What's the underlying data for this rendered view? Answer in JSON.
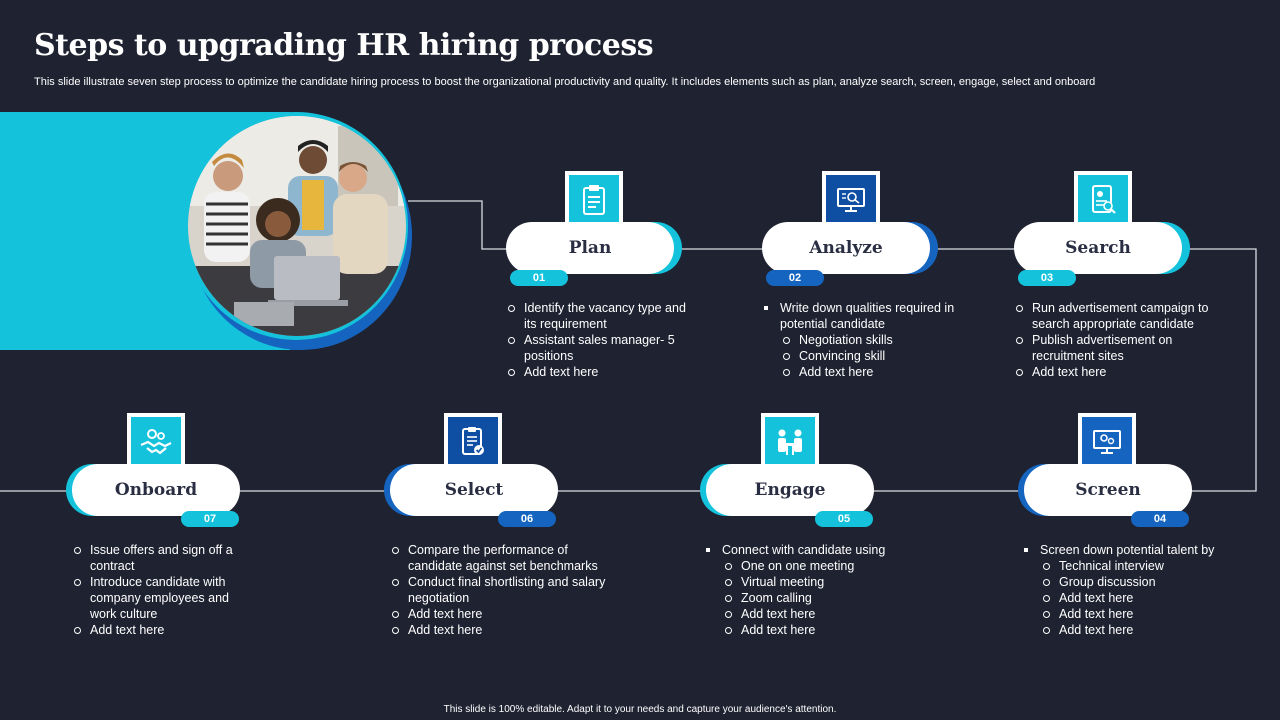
{
  "title": "Steps to upgrading HR hiring process",
  "subtitle": "This slide illustrate seven step process to optimize the candidate hiring process to boost the organizational productivity and quality. It includes elements such as plan, analyze search, screen, engage, select and onboard",
  "footer": "This slide is 100% editable. Adapt it to your needs and capture your audience's attention.",
  "colors": {
    "background": "#1f2231",
    "cyan": "#14c3db",
    "blue": "#1565c0",
    "text": "#ffffff"
  },
  "steps": [
    {
      "label": "Plan",
      "number": "01",
      "icon": "clipboard-checklist-icon",
      "items": [
        {
          "text": "Identify the vacancy type and its requirement",
          "bullet": "circle"
        },
        {
          "text": "Assistant sales manager- 5 positions",
          "bullet": "circle"
        },
        {
          "text": "Add text here",
          "bullet": "circle"
        }
      ]
    },
    {
      "label": "Analyze",
      "number": "02",
      "icon": "monitor-search-icon",
      "items": [
        {
          "text": "Write down qualities required in potential candidate",
          "bullet": "square"
        },
        {
          "text": "Negotiation skills",
          "bullet": "circle-sub"
        },
        {
          "text": "Convincing skill",
          "bullet": "circle-sub"
        },
        {
          "text": "Add text here",
          "bullet": "circle-sub"
        }
      ]
    },
    {
      "label": "Search",
      "number": "03",
      "icon": "resume-search-icon",
      "items": [
        {
          "text": "Run advertisement campaign to search appropriate candidate",
          "bullet": "circle"
        },
        {
          "text": "Publish advertisement on recruitment sites",
          "bullet": "circle"
        },
        {
          "text": "Add text here",
          "bullet": "circle"
        }
      ]
    },
    {
      "label": "Screen",
      "number": "04",
      "icon": "monitor-gear-icon",
      "items": [
        {
          "text": "Screen down potential talent by",
          "bullet": "square"
        },
        {
          "text": "Technical interview",
          "bullet": "circle-sub"
        },
        {
          "text": "Group discussion",
          "bullet": "circle-sub"
        },
        {
          "text": "Add text here",
          "bullet": "circle-sub"
        },
        {
          "text": "Add text here",
          "bullet": "circle-sub"
        },
        {
          "text": "Add text here",
          "bullet": "circle-sub"
        }
      ]
    },
    {
      "label": "Engage",
      "number": "05",
      "icon": "meeting-people-icon",
      "items": [
        {
          "text": "Connect with candidate using",
          "bullet": "square"
        },
        {
          "text": "One on one meeting",
          "bullet": "circle-sub"
        },
        {
          "text": "Virtual meeting",
          "bullet": "circle-sub"
        },
        {
          "text": "Zoom calling",
          "bullet": "circle-sub"
        },
        {
          "text": "Add text here",
          "bullet": "circle-sub"
        },
        {
          "text": "Add text here",
          "bullet": "circle-sub"
        }
      ]
    },
    {
      "label": "Select",
      "number": "06",
      "icon": "document-check-icon",
      "items": [
        {
          "text": "Compare the performance of candidate against set benchmarks",
          "bullet": "circle"
        },
        {
          "text": "Conduct final shortlisting and salary negotiation",
          "bullet": "circle"
        },
        {
          "text": "Add text here",
          "bullet": "circle"
        },
        {
          "text": "Add text here",
          "bullet": "circle"
        }
      ]
    },
    {
      "label": "Onboard",
      "number": "07",
      "icon": "handshake-gears-icon",
      "items": [
        {
          "text": "Issue offers and sign off a contract",
          "bullet": "circle"
        },
        {
          "text": "Introduce candidate with company employees and work culture",
          "bullet": "circle"
        },
        {
          "text": "Add text here",
          "bullet": "circle"
        }
      ]
    }
  ]
}
